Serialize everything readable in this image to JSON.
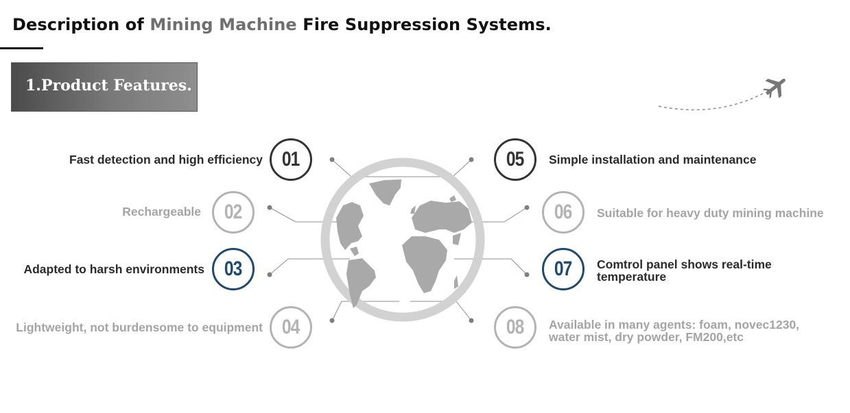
{
  "header": {
    "title_prefix": "Description of ",
    "title_accent": "Mining Machine",
    "title_suffix": " Fire Suppression Systems."
  },
  "section": {
    "label": "1.Product Features."
  },
  "colors": {
    "dark": "#333333",
    "light": "#b3b3b3",
    "blue": "#1f4a70",
    "globe": "#d2d2d2"
  },
  "features": [
    {
      "num": "01",
      "text": "Fast detection and high efficiency",
      "style": "dark"
    },
    {
      "num": "02",
      "text": "Rechargeable",
      "style": "light"
    },
    {
      "num": "03",
      "text": "Adapted to harsh environments",
      "style": "blue"
    },
    {
      "num": "04",
      "text": "Lightweight, not burdensome to equipment",
      "style": "light"
    },
    {
      "num": "05",
      "text": "Simple installation and maintenance",
      "style": "dark"
    },
    {
      "num": "06",
      "text": "Suitable for heavy duty mining machine",
      "style": "light"
    },
    {
      "num": "07",
      "text": "Comtrol panel shows real-time temperature",
      "style": "blue"
    },
    {
      "num": "08",
      "text": "Available in many agents: foam, novec1230, water mist, dry powder, FM200,etc",
      "style": "light"
    }
  ],
  "icons": {
    "center": "globe-icon",
    "decoration": "airplane-icon"
  }
}
